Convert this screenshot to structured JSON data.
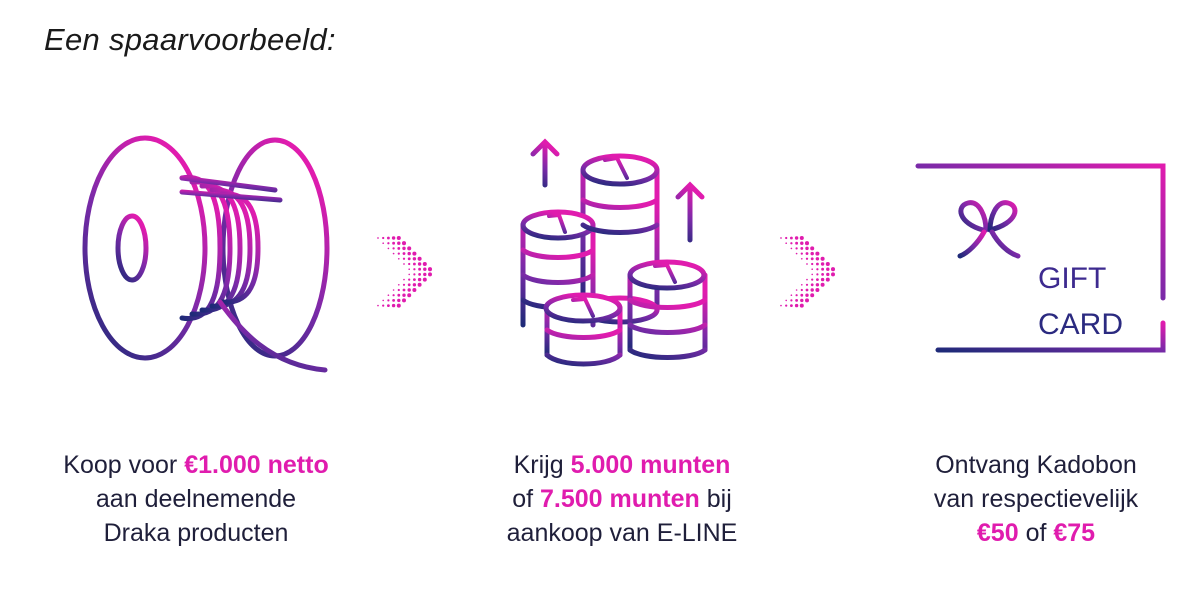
{
  "title": "Een spaarvoorbeeld:",
  "colors": {
    "accent": "#e01cae",
    "navy": "#1e2a78",
    "text": "#1f1f3a"
  },
  "steps": [
    {
      "icon": "cable-reel-icon",
      "lines": [
        {
          "pre": "Koop voor ",
          "hl": "€1.000 netto",
          "post": ""
        },
        {
          "pre": "aan deelnemende",
          "hl": "",
          "post": ""
        },
        {
          "pre": "Draka producten",
          "hl": "",
          "post": ""
        }
      ]
    },
    {
      "icon": "coin-stacks-icon",
      "lines": [
        {
          "pre": "Krijg ",
          "hl": "5.000 munten",
          "post": ""
        },
        {
          "pre": "of ",
          "hl": "7.500 munten",
          "post": " bij"
        },
        {
          "pre": "aankoop van E-LINE",
          "hl": "",
          "post": ""
        }
      ]
    },
    {
      "icon": "gift-card-icon",
      "card_line1": "GIFT",
      "card_line2": "CARD",
      "lines": [
        {
          "pre": "Ontvang Kadobon",
          "hl": "",
          "post": ""
        },
        {
          "pre": "van respectievelijk",
          "hl": "",
          "post": ""
        },
        {
          "pre": "",
          "hl": "€50",
          "post": " of ",
          "hl2": "€75"
        }
      ]
    }
  ]
}
